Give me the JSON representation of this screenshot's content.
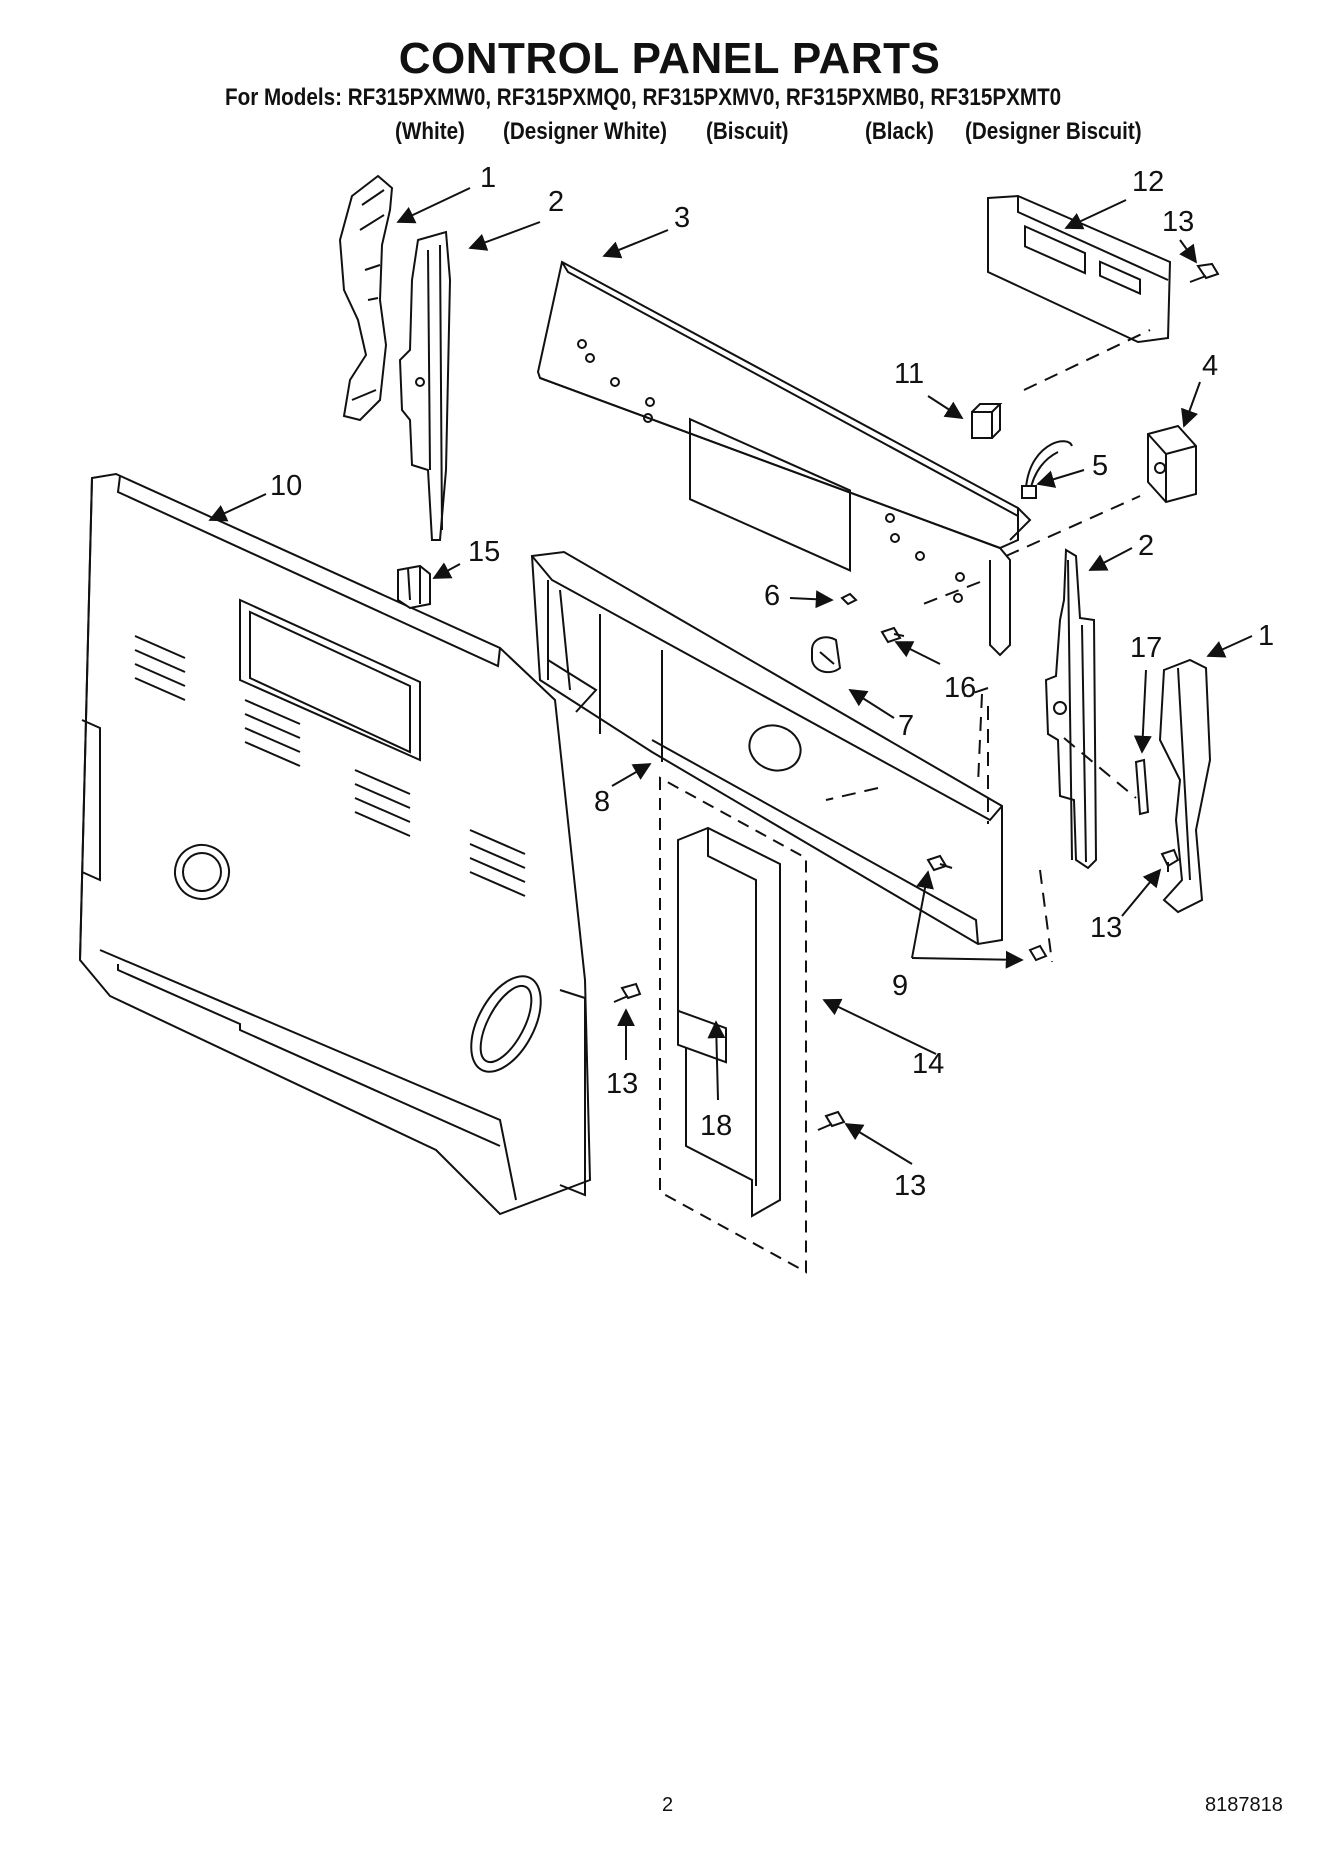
{
  "header": {
    "title": "CONTROL PANEL PARTS",
    "models_line": "For Models: RF315PXMW0, RF315PXMQ0, RF315PXMV0, RF315PXMB0, RF315PXMT0",
    "colors": [
      "(White)",
      "(Designer White)",
      "(Biscuit)",
      "(Black)",
      "(Designer Biscuit)"
    ]
  },
  "callouts": {
    "c1a": "1",
    "c2a": "2",
    "c3": "3",
    "c12": "12",
    "c13a": "13",
    "c11": "11",
    "c4": "4",
    "c5": "5",
    "c10": "10",
    "c15": "15",
    "c2b": "2",
    "c6": "6",
    "c17": "17",
    "c1b": "1",
    "c16": "16",
    "c7": "7",
    "c8": "8",
    "c13b": "13",
    "c9": "9",
    "c13c": "13",
    "c14": "14",
    "c18": "18",
    "c13d": "13"
  },
  "footer": {
    "page_number": "2",
    "doc_number": "8187818"
  }
}
